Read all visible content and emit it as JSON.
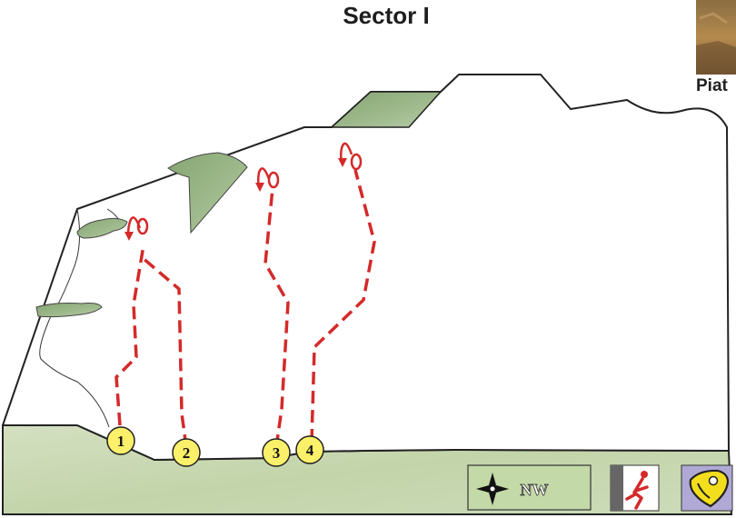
{
  "title": "Sector I",
  "photo_label": "Piat",
  "routes": [
    {
      "number": "1"
    },
    {
      "number": "2"
    },
    {
      "number": "3"
    },
    {
      "number": "4"
    }
  ],
  "compass": {
    "direction": "NW",
    "icon": "compass-rose-icon"
  },
  "icons": {
    "climber": "climber-icon",
    "helmet": "helmet-icon"
  },
  "colors": {
    "route_line": "#d42a2a",
    "route_marker": "#fbf06a",
    "ground": "#c9d8b2",
    "vegetation": "#95b283",
    "helmet_bg": "#b0a9d6",
    "helmet": "#f2de1c"
  }
}
